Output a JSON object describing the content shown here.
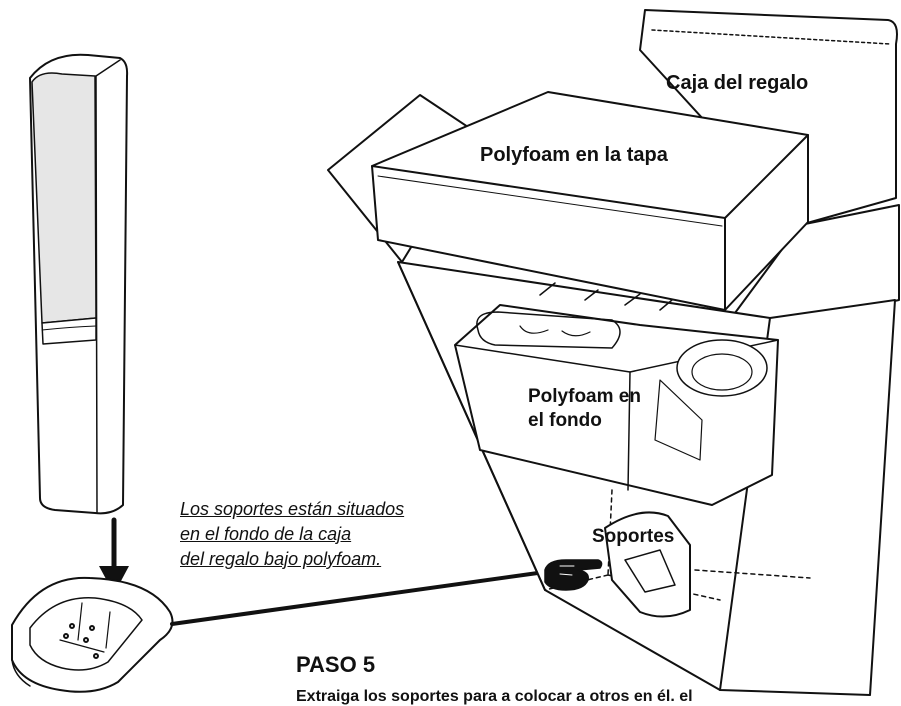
{
  "labels": {
    "gift_box": "Caja del regalo",
    "lid_foam": "Polyfoam en la tapa",
    "bottom_foam_line1": "Polyfoam en",
    "bottom_foam_line2": "el fondo",
    "stands": "Soportes"
  },
  "note": {
    "line1": "Los soportes están situados",
    "line2": "en el fondo de la caja",
    "line3": "del regalo bajo polyfoam."
  },
  "step": {
    "title": "PASO 5",
    "text": "Extraiga los soportes para a colocar a otros en él. el"
  },
  "icons": {
    "pointer": "pointing-hand-icon",
    "arrow": "down-arrow-icon"
  },
  "colors": {
    "line": "#111111",
    "speaker_grille": "#e6e6e6"
  }
}
